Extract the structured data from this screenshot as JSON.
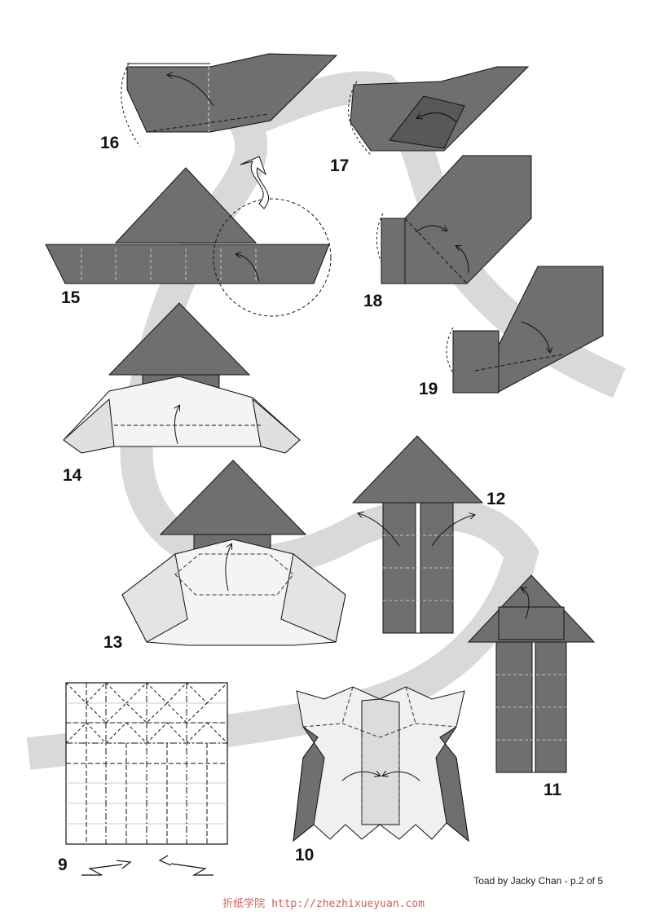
{
  "steps": [
    {
      "label": "9"
    },
    {
      "label": "10"
    },
    {
      "label": "11"
    },
    {
      "label": "12"
    },
    {
      "label": "13"
    },
    {
      "label": "14"
    },
    {
      "label": "15"
    },
    {
      "label": "16"
    },
    {
      "label": "17"
    },
    {
      "label": "18"
    },
    {
      "label": "19"
    }
  ],
  "footer": {
    "credit": "Toad by Jacky Chan - p.2 of 5",
    "site_name": "折纸学院",
    "site_url": "http://zhezhixueyuan.com"
  },
  "colors": {
    "paper_dark": "#6f6f6f",
    "paper_light": "#e8e8e8",
    "path_band": "#d9d9d9",
    "watermark": "#d06060"
  }
}
